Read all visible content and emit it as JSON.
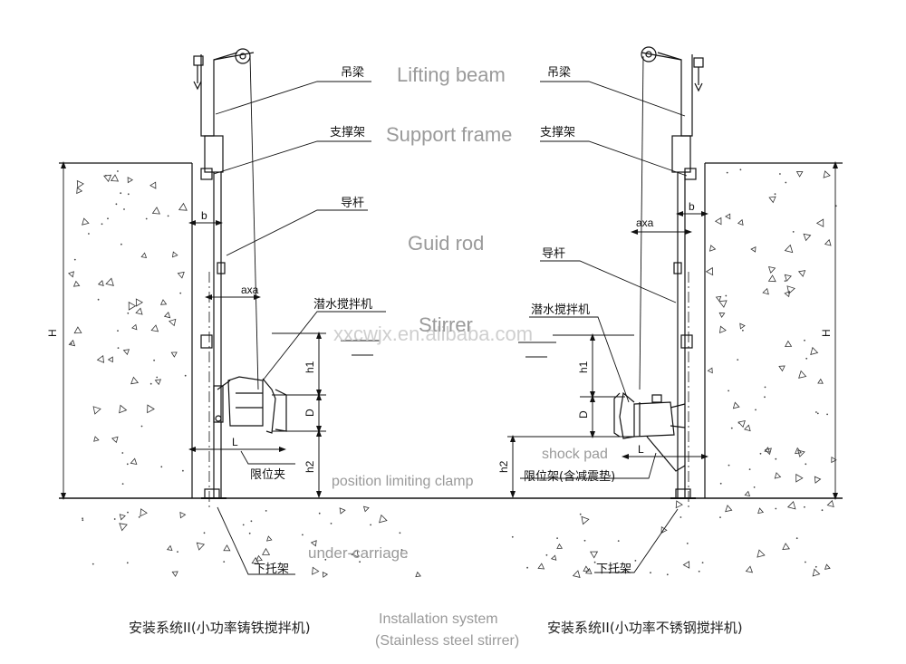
{
  "labels_cn": {
    "lifting_beam": "吊梁",
    "support_frame": "支撑架",
    "guide_rod": "导杆",
    "stirrer": "潜水搅拌机",
    "limit_clamp": "限位夹",
    "limit_frame": "限位架(含减震垫)",
    "undercarriage": "下托架"
  },
  "labels_en": {
    "lifting_beam": "Lifting beam",
    "support_frame": "Support frame",
    "guide_rod": "Guid rod",
    "stirrer": "Stirrer",
    "shock_pad": "shock pad",
    "limit_clamp": "position limiting clamp",
    "undercarriage": "under-carriage",
    "install_system": "Installation system",
    "stainless_note": "(Stainless steel stirrer)"
  },
  "dimensions": {
    "b": "b",
    "axa": "axa",
    "H": "H",
    "h1": "h1",
    "h2": "h2",
    "D": "D",
    "L": "L"
  },
  "captions": {
    "left": "安装系统II(小功率铸铁搅拌机)",
    "right": "安装系统II(小功率不锈钢搅拌机)"
  },
  "watermark": "xxcwjx.en.alibaba.com"
}
